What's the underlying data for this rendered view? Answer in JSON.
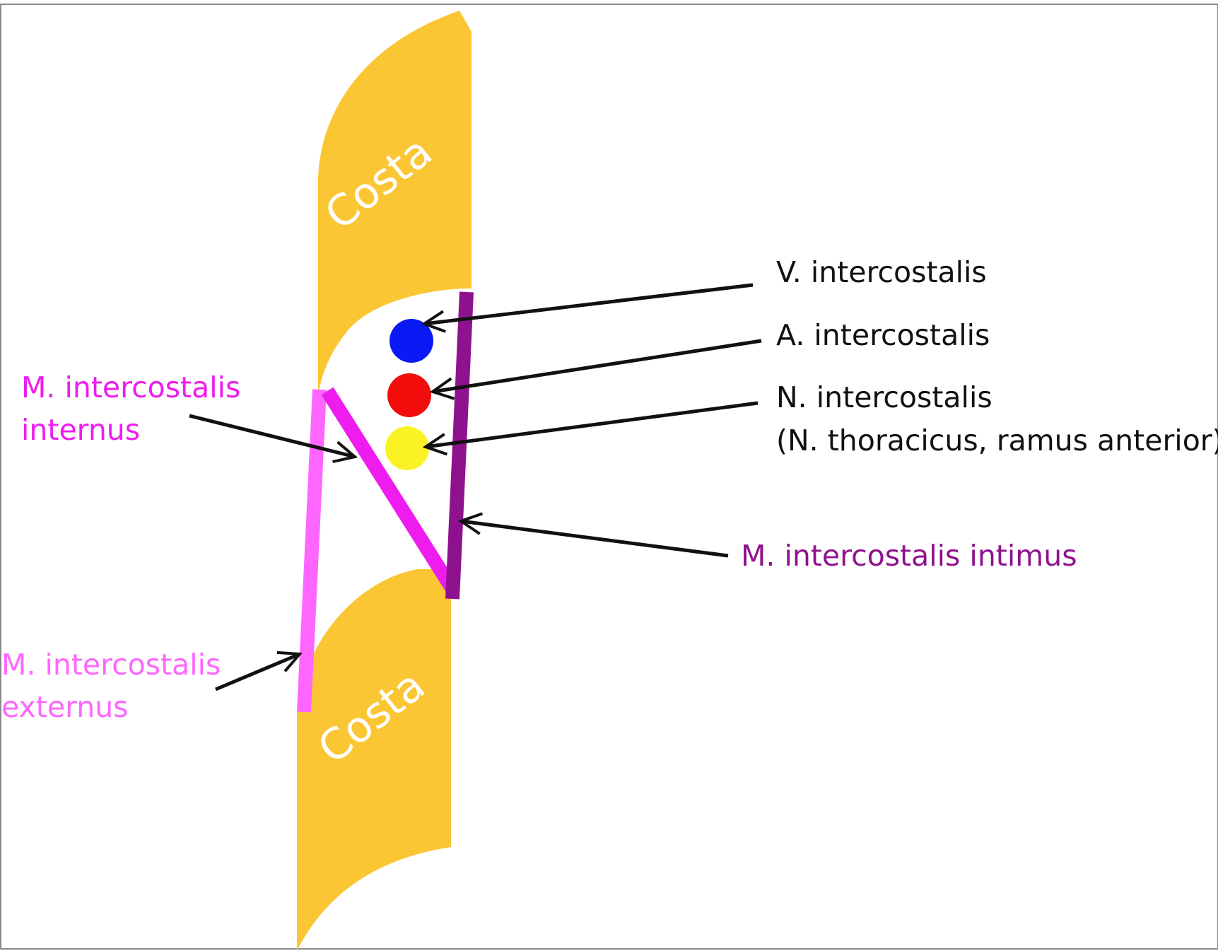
{
  "bones": [
    {
      "label": "Costa"
    },
    {
      "label": "Costa"
    }
  ],
  "structures": [
    {
      "label": "V. intercostalis"
    },
    {
      "label": "A. intercostalis"
    },
    {
      "label": "N. intercostalis",
      "sublabel": "(N. thoracicus, ramus anterior)"
    }
  ],
  "muscles": {
    "internus": {
      "line1": "M. intercostalis",
      "line2": "internus"
    },
    "externus": {
      "line1": "M. intercostalis",
      "line2": "externus"
    },
    "intimus": {
      "label": "M. intercostalis intimus"
    }
  },
  "colors": {
    "bone": "#FBC634",
    "vein": "#0A1AF5",
    "artery": "#F20C0C",
    "nerve": "#FBF226",
    "internus": "#EE1CEE",
    "externus": "#FF66FF",
    "intimus": "#8E128E",
    "label_text": "#111111",
    "bone_text": "#ffffff"
  }
}
